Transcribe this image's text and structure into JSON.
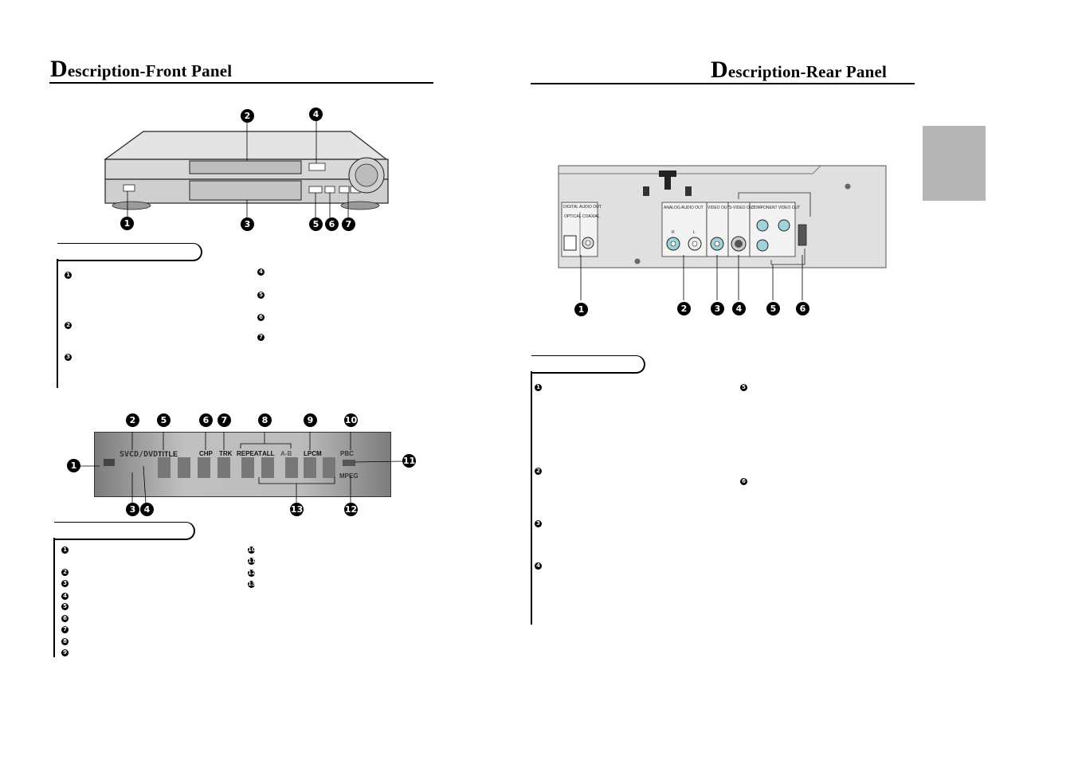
{
  "left_page": {
    "title_initial": "D",
    "title_rest": "escription-Front Panel",
    "front_callouts": [
      "1",
      "2",
      "3",
      "4",
      "5",
      "6",
      "7"
    ],
    "front_list_left": [
      "1",
      "2",
      "3"
    ],
    "front_list_right": [
      "4",
      "5",
      "6",
      "7"
    ],
    "display_callouts": [
      "1",
      "2",
      "3",
      "4",
      "5",
      "6",
      "7",
      "8",
      "9",
      "10",
      "11",
      "12",
      "13"
    ],
    "display_labels": {
      "svcd_dvd": "SVCD/DVD",
      "title": "TITLE",
      "chp": "CHP",
      "trk": "TRK",
      "repeat": "REPEAT",
      "all": "ALL",
      "ab": "A-B",
      "lpcm": "LPCM",
      "pbc": "PBC",
      "mpeg": "MPEG"
    },
    "display_list_left": [
      "1",
      "2",
      "3",
      "4",
      "5",
      "6",
      "7",
      "8",
      "9"
    ],
    "display_list_right": [
      "10",
      "11",
      "12",
      "13"
    ]
  },
  "right_page": {
    "title_initial": "D",
    "title_rest": "escription-Rear Panel",
    "rear_labels": {
      "digital_audio_out": "DIGITAL AUDIO OUT",
      "optical": "OPTICAL",
      "coaxial": "COAXIAL",
      "analog_audio_out": "ANALOG AUDIO OUT",
      "r": "R",
      "l": "L",
      "video_out": "VIDEO OUT",
      "s_video_out": "S-VIDEO OUT",
      "component_video_out": "COMPONENT VIDEO OUT"
    },
    "rear_callouts": [
      "1",
      "2",
      "3",
      "4",
      "5",
      "6"
    ],
    "rear_list_left": [
      "1",
      "2",
      "3",
      "4"
    ],
    "rear_list_right": [
      "5",
      "6"
    ]
  }
}
